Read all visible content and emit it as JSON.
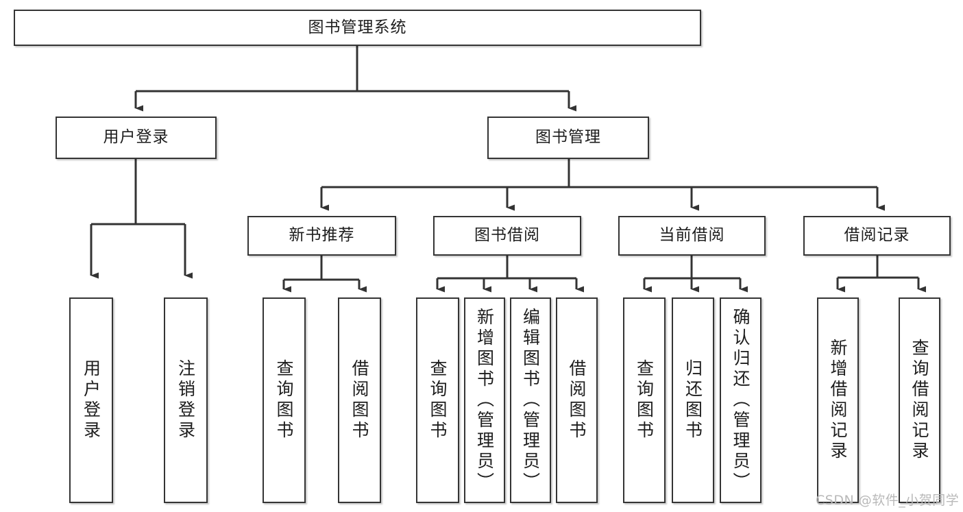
{
  "diagram": {
    "title": "图书管理系统",
    "type": "hierarchy-tree",
    "watermark": "CSDN @软件_小贺同学",
    "colors": {
      "box_border": "#343434",
      "box_fill": "#ffffff",
      "line": "#333333",
      "text": "#1d1d1d",
      "watermark": "#b9b9b9"
    },
    "levels": {
      "root": {
        "label": "图书管理系统"
      },
      "level2": [
        {
          "label": "用户登录"
        },
        {
          "label": "图书管理"
        }
      ],
      "level3": [
        {
          "label": "新书推荐"
        },
        {
          "label": "图书借阅"
        },
        {
          "label": "当前借阅"
        },
        {
          "label": "借阅记录"
        }
      ],
      "leaves": [
        {
          "label": "用户登录",
          "parent": "用户登录"
        },
        {
          "label": "注销登录",
          "parent": "用户登录"
        },
        {
          "label": "查询图书",
          "parent": "新书推荐"
        },
        {
          "label": "借阅图书",
          "parent": "新书推荐"
        },
        {
          "label": "查询图书",
          "parent": "图书借阅"
        },
        {
          "label": "新增图书（管理员）",
          "parent": "图书借阅"
        },
        {
          "label": "编辑图书（管理员）",
          "parent": "图书借阅"
        },
        {
          "label": "借阅图书",
          "parent": "图书借阅"
        },
        {
          "label": "查询图书",
          "parent": "当前借阅"
        },
        {
          "label": "归还图书",
          "parent": "当前借阅"
        },
        {
          "label": "确认归还（管理员）",
          "parent": "当前借阅"
        },
        {
          "label": "新增借阅记录",
          "parent": "借阅记录"
        },
        {
          "label": "查询借阅记录",
          "parent": "借阅记录"
        }
      ]
    }
  }
}
